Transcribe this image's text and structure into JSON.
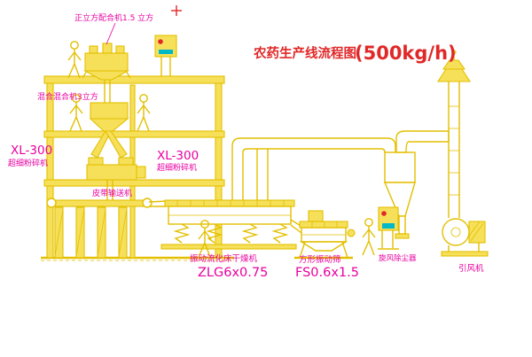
{
  "title": {
    "main": "农药生产线流程图",
    "capacity": "(500kg/h)"
  },
  "labels": {
    "top_mixer": "正立方配合机1.5 立方",
    "mid_mixer": "混合混合机3立方",
    "crusher_left_model": "XL-300",
    "crusher_left_name": "超细粉碎机",
    "crusher_mid_model": "XL-300",
    "crusher_mid_name": "超细粉碎机",
    "belt_conveyor": "皮带输送机",
    "dryer_name": "振动流化床干燥机",
    "dryer_model": "ZLG6x0.75",
    "screen_name": "方形振动筛",
    "screen_model": "FS0.6x1.5",
    "cyclone": "旋风除尘器",
    "fan": "引风机"
  },
  "colors": {
    "line": "#e3bf00",
    "fill": "#f6e05a",
    "label_magenta": "#e800a0",
    "title_red": "#e02828",
    "cyan": "#00b8c8",
    "background": "#ffffff"
  }
}
